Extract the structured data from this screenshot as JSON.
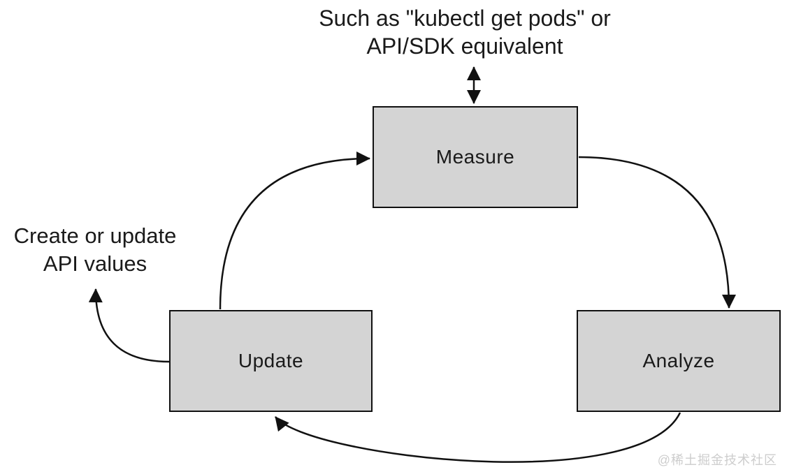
{
  "diagram": {
    "top_annotation": {
      "line1": "Such as \"kubectl get pods\" or",
      "line2": "API/SDK equivalent"
    },
    "left_annotation": {
      "line1": "Create or update",
      "line2": "API values"
    },
    "nodes": [
      {
        "id": "measure",
        "label": "Measure"
      },
      {
        "id": "update",
        "label": "Update"
      },
      {
        "id": "analyze",
        "label": "Analyze"
      }
    ],
    "edges": [
      {
        "from": "update",
        "to": "measure",
        "style": "curved-arrow"
      },
      {
        "from": "measure",
        "to": "analyze",
        "style": "curved-arrow"
      },
      {
        "from": "analyze",
        "to": "update",
        "style": "curved-arrow"
      },
      {
        "from": "measure",
        "to": "top-annotation",
        "style": "double-headed-arrow"
      },
      {
        "from": "update",
        "to": "left-annotation",
        "style": "curved-arrow"
      }
    ],
    "watermark": "@稀土掘金技术社区",
    "colors": {
      "node_fill": "#d4d4d4",
      "node_border": "#111111",
      "arrow": "#111111",
      "text": "#1a1a1a",
      "watermark": "#cdcdcd",
      "background": "#ffffff"
    }
  }
}
